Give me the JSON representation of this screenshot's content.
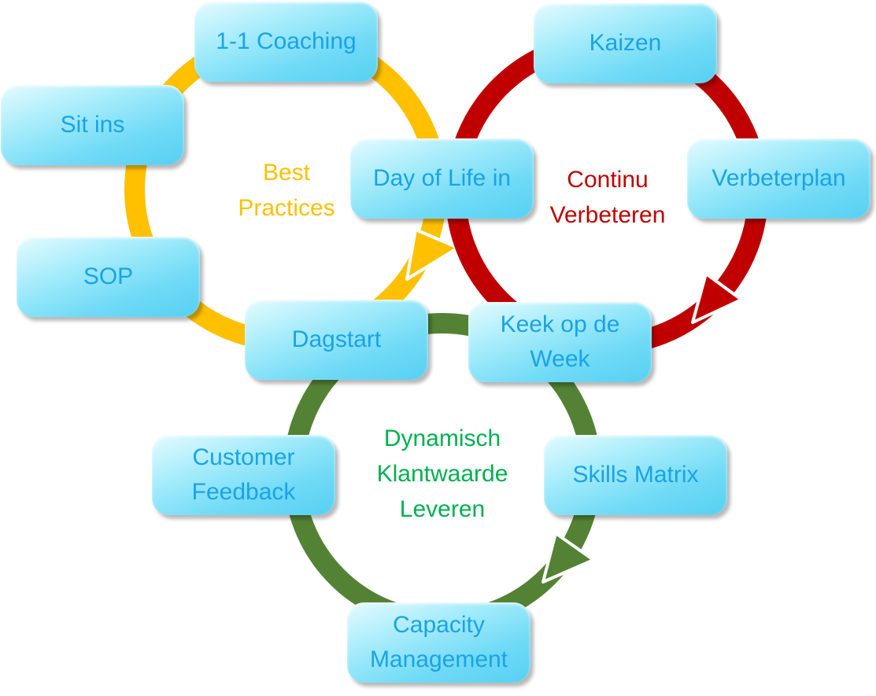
{
  "cycles": [
    {
      "id": "best-practices",
      "label": "Best\nPractices",
      "color": "#ffc000"
    },
    {
      "id": "continu-verbeteren",
      "label": "Continu\nVerbeteren",
      "color": "#c00000"
    },
    {
      "id": "dynamisch-klantwaarde",
      "label": "Dynamisch\nKlantwaarde\nLeveren",
      "color": "#548235"
    }
  ],
  "boxes": {
    "coaching": "1-1 Coaching",
    "sit_ins": "Sit ins",
    "sop": "SOP",
    "day_of_life": "Day of Life in",
    "dagstart": "Dagstart",
    "kaizen": "Kaizen",
    "verbeterplan": "Verbeterplan",
    "keek_op_de_week": "Keek op de\nWeek",
    "customer_feedback": "Customer\nFeedback",
    "skills_matrix": "Skills Matrix",
    "capacity_management": "Capacity\nManagement"
  },
  "box_text_color": "#1aa3e6"
}
